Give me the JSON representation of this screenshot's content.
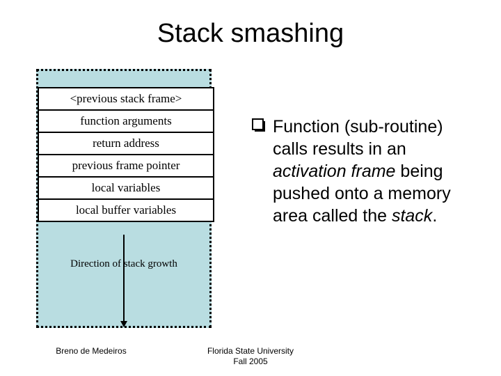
{
  "slide": {
    "title": "Stack smashing",
    "background_color": "#ffffff"
  },
  "stack_diagram": {
    "container_fill_color": "#b9dde1",
    "border_style": "dotted",
    "border_color": "#000000",
    "rows": [
      {
        "label": "<previous stack frame>"
      },
      {
        "label": "function arguments"
      },
      {
        "label": "return address"
      },
      {
        "label": "previous frame pointer"
      },
      {
        "label": "local variables"
      },
      {
        "label": "local buffer variables"
      }
    ],
    "growth_caption": "Direction of stack growth",
    "arrow_direction": "down"
  },
  "content": {
    "bullets": [
      {
        "marker": "hollow-square-bullet",
        "text_parts": [
          {
            "text": "Function (sub-routine) calls results in an ",
            "italic": false
          },
          {
            "text": "activation frame",
            "italic": true
          },
          {
            "text": " being pushed onto a memory area called the ",
            "italic": false
          },
          {
            "text": "stack",
            "italic": true
          },
          {
            "text": ".",
            "italic": false
          }
        ],
        "plain_text": "Function (sub-routine) calls results in an activation frame being pushed onto a memory area called the stack."
      }
    ]
  },
  "footer": {
    "author": "Breno de Medeiros",
    "institution": "Florida State University",
    "term": "Fall 2005"
  }
}
